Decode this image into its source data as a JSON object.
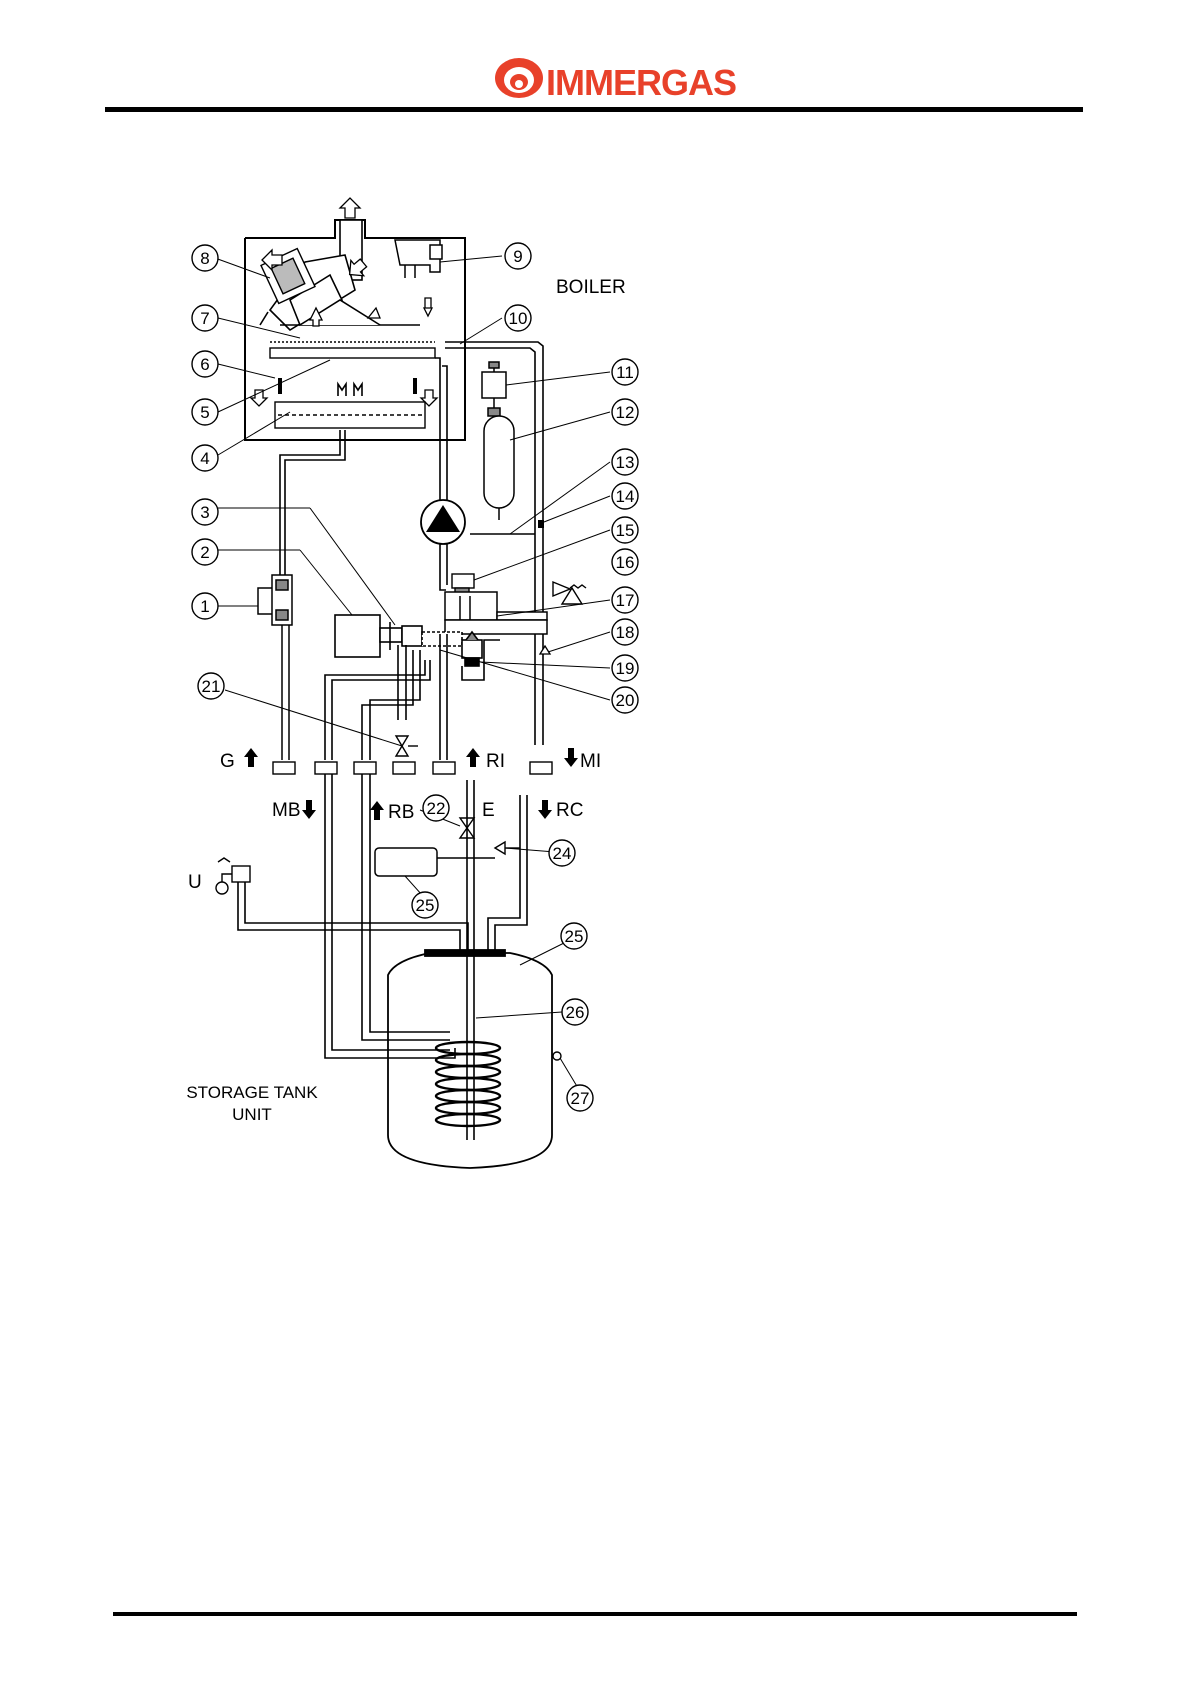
{
  "header": {
    "brand": "IMMERGAS",
    "brand_color": "#e8412a"
  },
  "diagram": {
    "boiler_label": "BOILER",
    "storage_label_line1": "STORAGE TANK",
    "storage_label_line2": "UNIT",
    "connections": {
      "g": "G",
      "ri": "RI",
      "mi": "MI",
      "mb": "MB",
      "rb": "RB",
      "e": "E",
      "rc": "RC",
      "u": "U"
    },
    "callouts": [
      "1",
      "2",
      "3",
      "4",
      "5",
      "6",
      "7",
      "8",
      "9",
      "10",
      "11",
      "12",
      "13",
      "14",
      "15",
      "16",
      "17",
      "18",
      "19",
      "20",
      "21",
      "22",
      "24",
      "25",
      "25",
      "26",
      "27"
    ]
  }
}
